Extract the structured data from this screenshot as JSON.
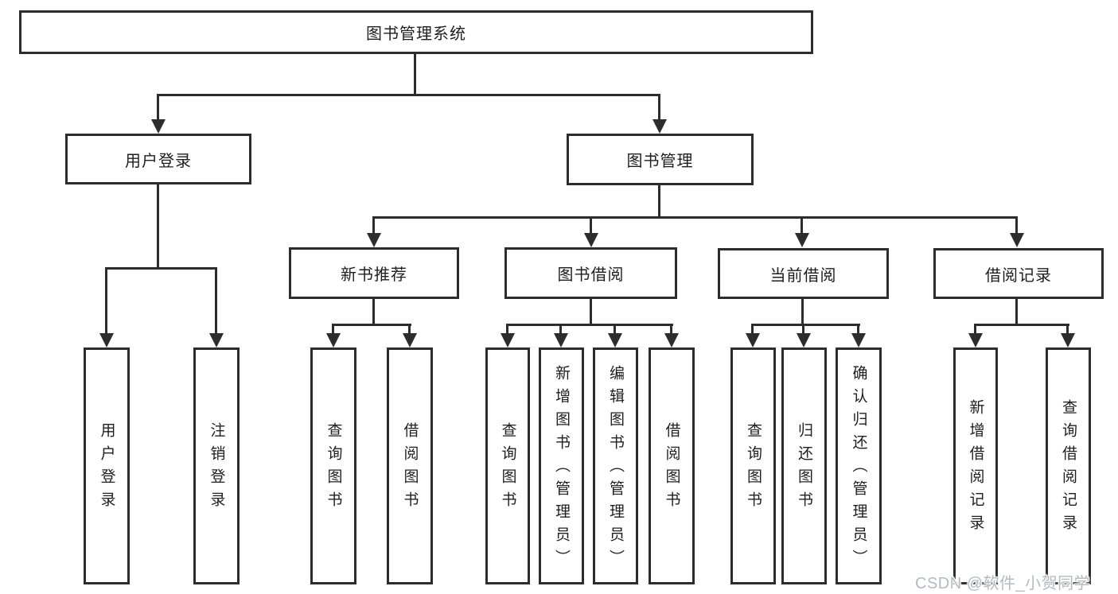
{
  "tree": {
    "label": "图书管理系统",
    "children": [
      {
        "label": "用户登录",
        "children": [
          {
            "label": "用户登录"
          },
          {
            "label": "注销登录"
          }
        ]
      },
      {
        "label": "图书管理",
        "children": [
          {
            "label": "新书推荐",
            "children": [
              {
                "label": "查询图书"
              },
              {
                "label": "借阅图书"
              }
            ]
          },
          {
            "label": "图书借阅",
            "children": [
              {
                "label": "查询图书"
              },
              {
                "label": "新增图书（管理员）"
              },
              {
                "label": "编辑图书（管理员）"
              },
              {
                "label": "借阅图书"
              }
            ]
          },
          {
            "label": "当前借阅",
            "children": [
              {
                "label": "查询图书"
              },
              {
                "label": "归还图书"
              },
              {
                "label": "确认归还（管理员）"
              }
            ]
          },
          {
            "label": "借阅记录",
            "children": [
              {
                "label": "新增借阅记录"
              },
              {
                "label": "查询借阅记录"
              }
            ]
          }
        ]
      }
    ]
  },
  "watermark": {
    "text": "CSDN @软件_小贺同学"
  },
  "colors": {
    "line": "#2d2d2d",
    "text": "#1e1e1e",
    "watermark": "#b5b9c0",
    "background": "#ffffff"
  }
}
